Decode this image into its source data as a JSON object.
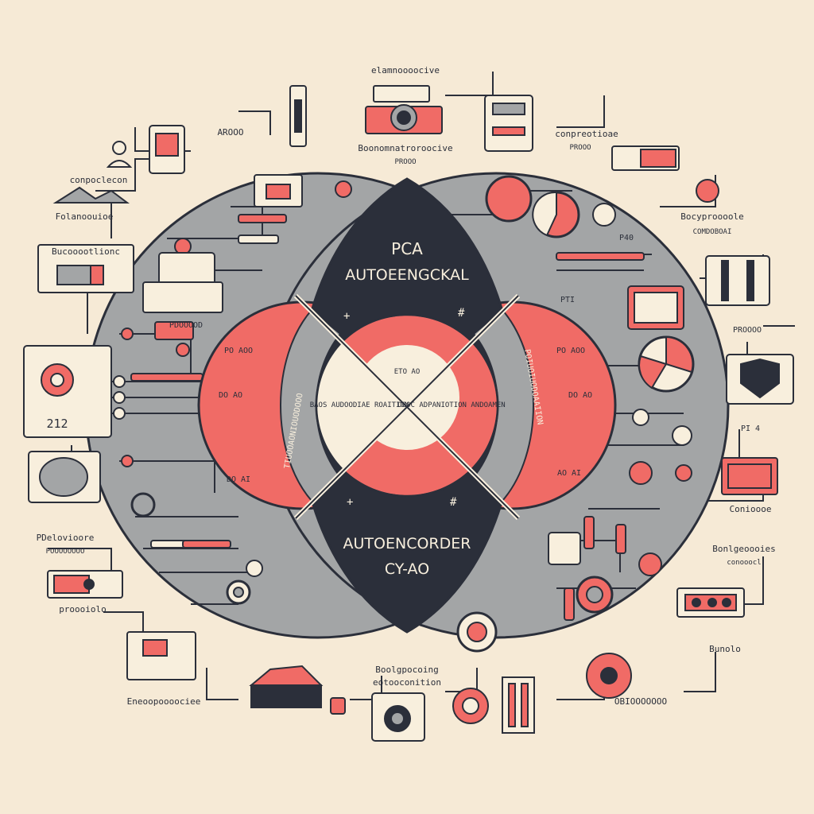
{
  "colors": {
    "background": "#f6ead6",
    "navy": "#2b2f3a",
    "gray": "#a3a5a6",
    "coral": "#f06b66",
    "cream": "#f8efdd",
    "outline": "#2b2f3a"
  },
  "center": {
    "title_top_line1": "PCA",
    "title_top_line2": "AUTOEENGCKAL",
    "title_bottom_line1": "AUTOENCORDER",
    "title_bottom_line2": "CY-AO",
    "inner_top": "ETO AO",
    "inner_left": "BAOS AUDOODIAE ROAITION",
    "inner_right": "DOOC ADPANIOTION ANDOAMEN",
    "ring_left": "TIUOOAONIOUODOOO",
    "ring_right": "POIUOIUODOAAIION",
    "coral_left_top": "PO AOO",
    "coral_left_mid": "DO AO",
    "coral_left_bot": "DO AI",
    "coral_right_top": "PO AOO",
    "coral_right_mid": "DO AO",
    "coral_right_bot": "AO AI"
  },
  "labels": {
    "top_center_1": "elamnoooocive",
    "top_center_2": "Boonomnatroroocive",
    "top_center_3": "PROOO",
    "top_left_small": "AROOO",
    "top_left_1": "conpoclecon",
    "left_1": "Folanoouioe",
    "left_2": "Bucooootlionc",
    "left_mid": "PDOOOOD",
    "left_num": "212",
    "left_3": "PDelovioore",
    "left_4": "POOOOOOOO",
    "left_5": "proooiolo",
    "bottom_left": "Eneoopoooociee",
    "bottom_center_1": "Boolgpocoing",
    "bottom_center_2": "eotooconition",
    "top_right_1": "conpreotioae",
    "top_right_2": "PROOO",
    "right_1": "Bocyproooole",
    "right_2": "COMDOBOAI",
    "right_small": "P40",
    "right_mid": "PTI",
    "right_3": "PROOOO",
    "right_4": "PI 4",
    "right_5": "Conioooe",
    "right_6": "Bonlgeoooies",
    "right_7": "conooocl",
    "right_8": "Bunolo",
    "bottom_right": "OBIOOOOOOO"
  }
}
